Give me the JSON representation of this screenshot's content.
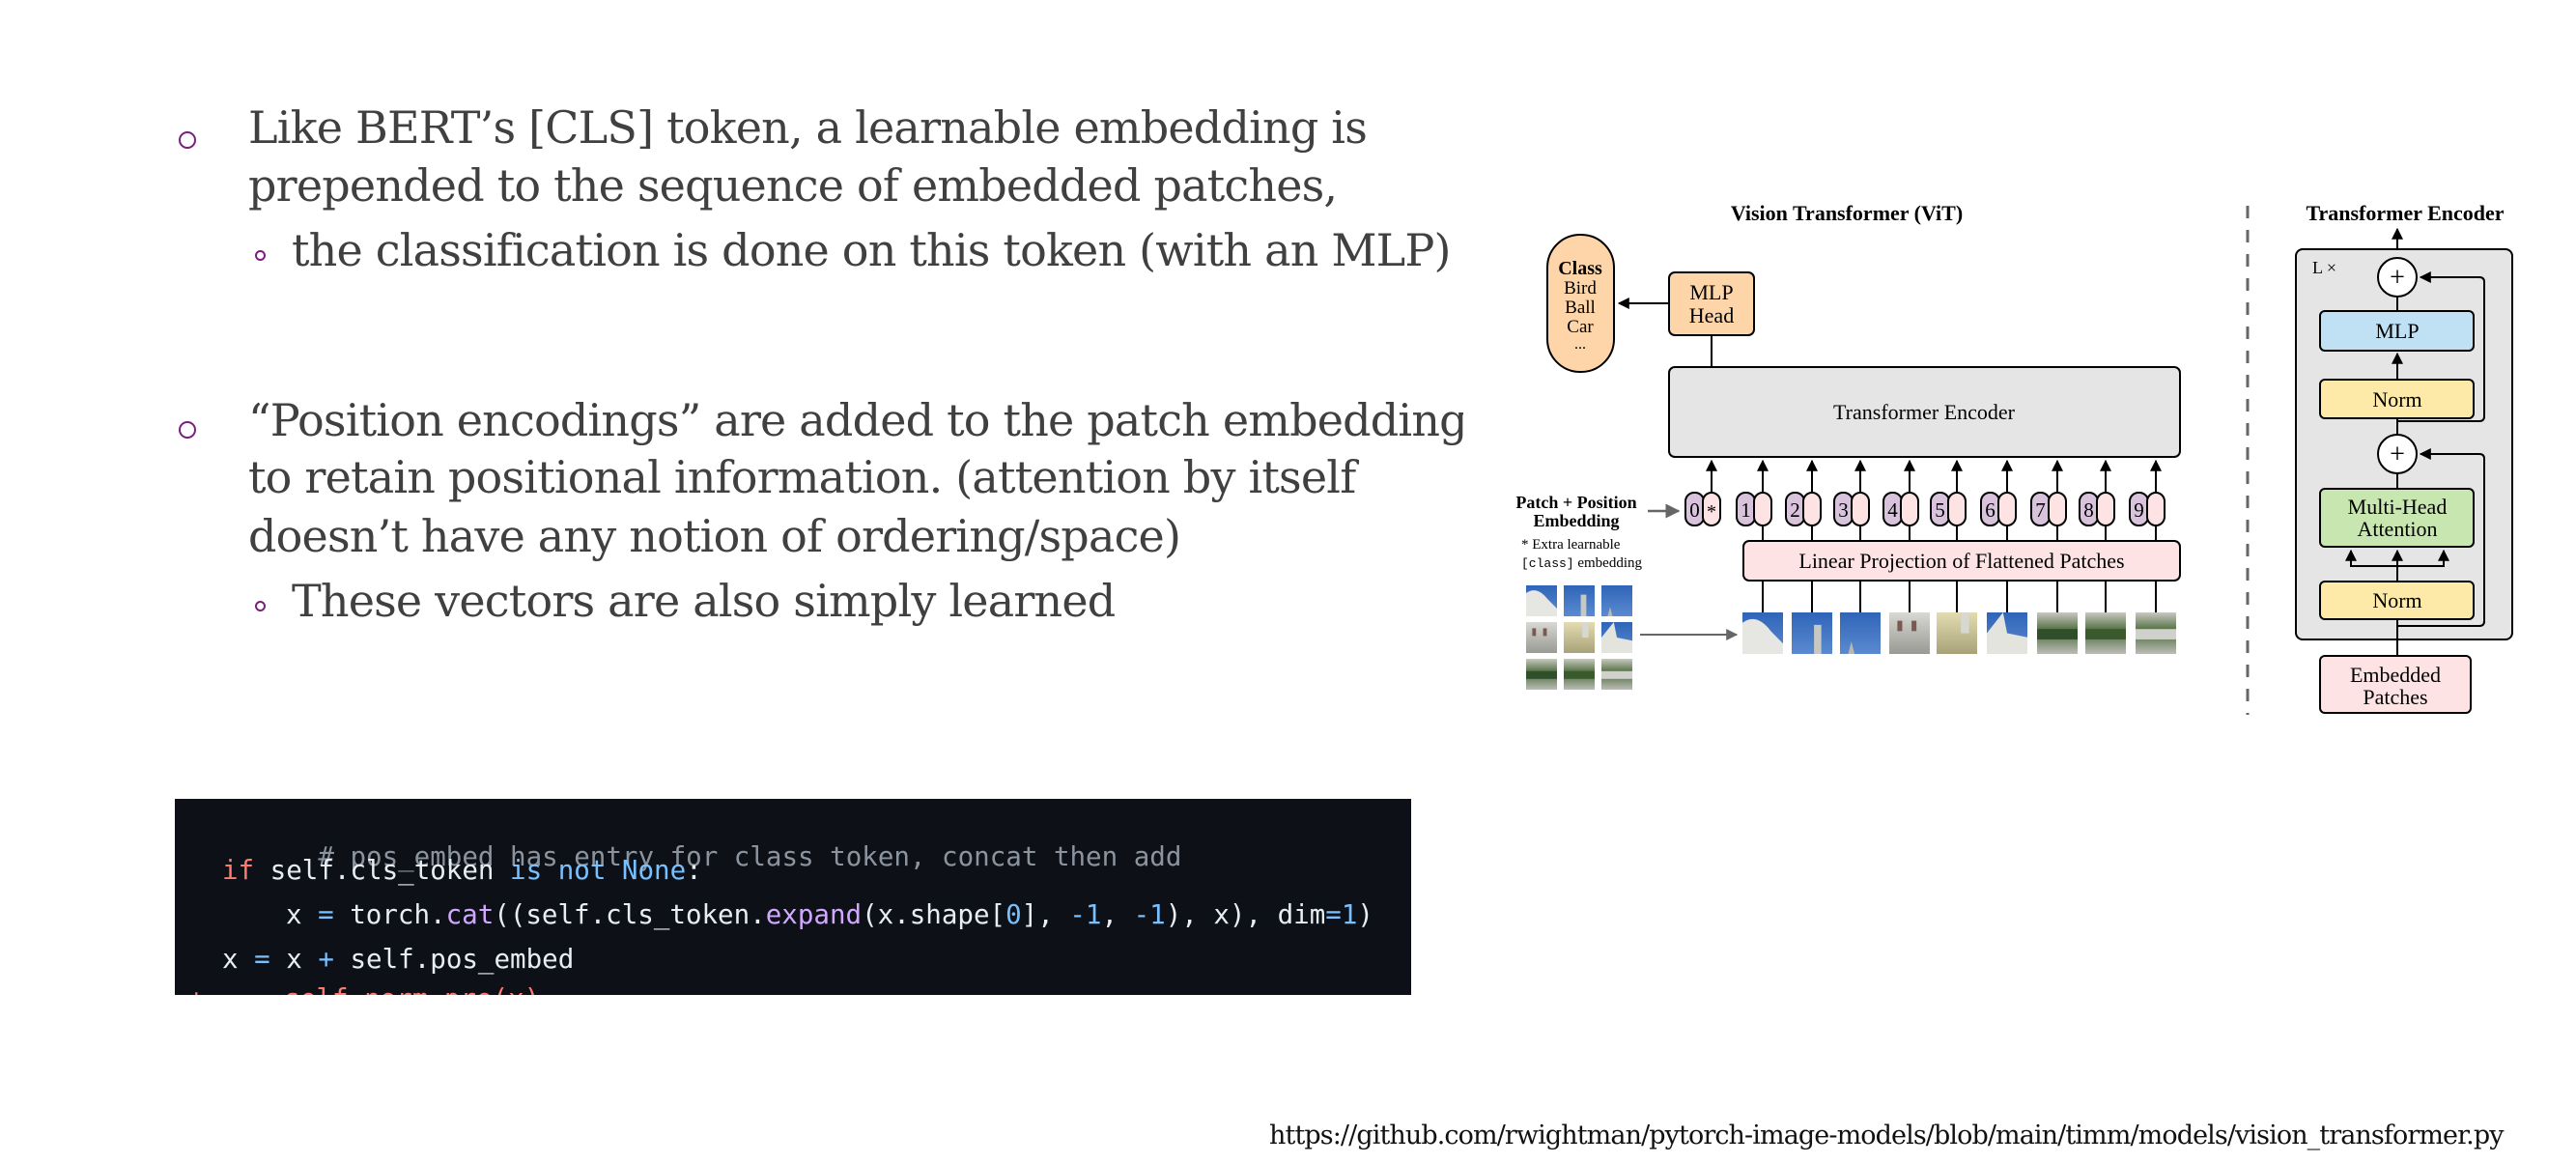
{
  "bullets": [
    {
      "lines": [
        "Like BERT’s [CLS] token, a learnable embedding is",
        "prepended to the sequence of embedded patches,"
      ],
      "sub": "the classification is done on this token (with an MLP)"
    },
    {
      "lines": [
        "“Position encodings” are added to the patch embeddings",
        "to retain positional information. (attention by itself",
        "doesn’t have any notion of ordering/space)"
      ],
      "sub": "These vectors are also simply learned"
    }
  ],
  "code": {
    "comment": "# pos_embed has entry for class token, concat then add",
    "line2": {
      "kw": "if",
      "a": " self.cls_token ",
      "op1": "is not None",
      "b": ":"
    },
    "line3": {
      "a": "x ",
      "eq": "=",
      "b": " torch.",
      "fn1": "cat",
      "c": "((self.cls_token.",
      "fn2": "expand",
      "d": "(x.shape[",
      "n0": "0",
      "e": "], ",
      "n1": "-1",
      "f": ", ",
      "n2": "-1",
      "g": "), x), dim",
      "eq2": "=",
      "n3": "1",
      "h": ")"
    },
    "line4": {
      "a": "x ",
      "eq": "=",
      "b": " x ",
      "plus": "+",
      "c": " self.pos_embed"
    },
    "line5_partial": "+     self.norm_pre(x)"
  },
  "source_url": "https://github.com/rwightman/pytorch-image-models/blob/main/timm/models/vision_transformer.py",
  "diagram": {
    "vit_title": "Vision Transformer (ViT)",
    "class_box": {
      "title": "Class",
      "items": [
        "Bird",
        "Ball",
        "Car",
        "..."
      ]
    },
    "mlp_head": [
      "MLP",
      "Head"
    ],
    "transformer_encoder": "Transformer Encoder",
    "patch_position_label": [
      "Patch + Position",
      "Embedding"
    ],
    "extra_note": {
      "star": "* Extra learnable",
      "mono": "[class]",
      "rest": " embedding"
    },
    "linear_projection": "Linear Projection of Flattened Patches",
    "tokens": [
      "0",
      "1",
      "2",
      "3",
      "4",
      "5",
      "6",
      "7",
      "8",
      "9"
    ],
    "class_token_marker": "*",
    "encoder_title": "Transformer Encoder",
    "encoder_repeat": "L ×",
    "encoder_blocks": {
      "mlp": "MLP",
      "norm_top": "Norm",
      "mha": [
        "Multi-Head",
        "Attention"
      ],
      "norm_bottom": "Norm",
      "embedded": [
        "Embedded",
        "Patches"
      ],
      "plus": "+"
    },
    "colors": {
      "orange": "#fdd5a8",
      "gray_box": "#e5e5e5",
      "pink": "#fde3e3",
      "purple": "#d8c2dc",
      "blue": "#c0e0f4",
      "yellow": "#fdeaa8",
      "green": "#c8e6b0"
    }
  }
}
